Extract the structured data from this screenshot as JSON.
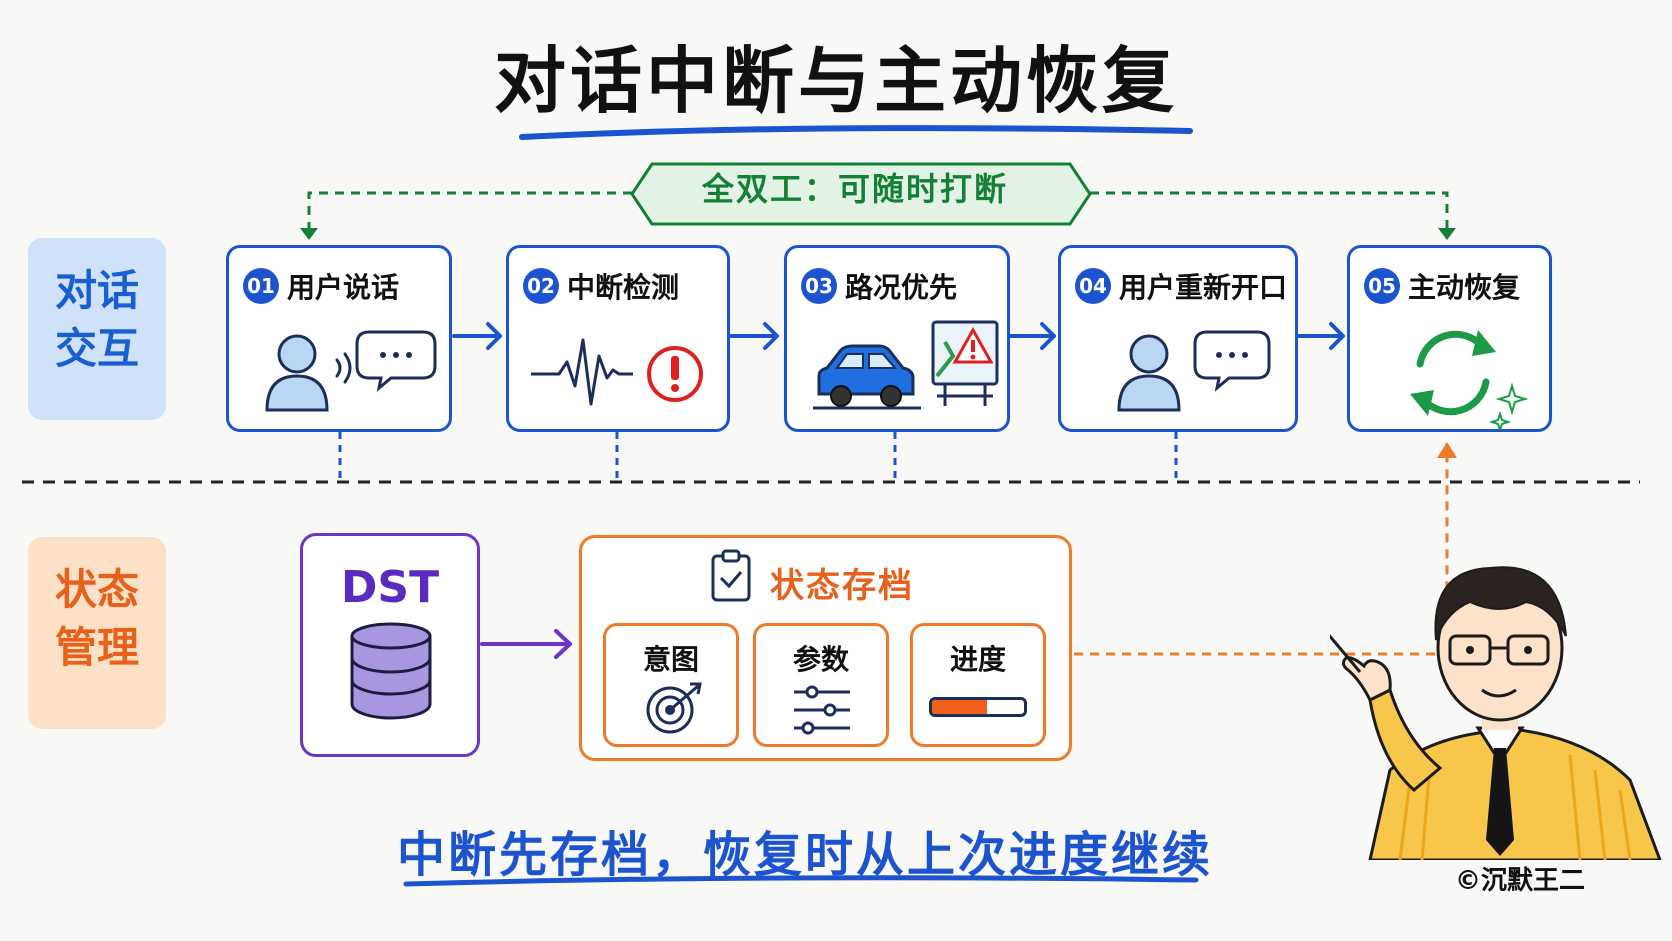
{
  "title": "对话中断与主动恢复",
  "duplex_banner": "全双工：可随时打断",
  "side_labels": {
    "dialog": [
      "对话",
      "交互"
    ],
    "state": [
      "状态",
      "管理"
    ]
  },
  "steps": [
    {
      "num": "01",
      "title": "用户说话",
      "icons": [
        "user-icon",
        "sound-waves-icon",
        "speech-bubble-icon"
      ]
    },
    {
      "num": "02",
      "title": "中断检测",
      "icons": [
        "waveform-icon",
        "alert-icon"
      ]
    },
    {
      "num": "03",
      "title": "路况优先",
      "icons": [
        "car-icon",
        "warning-map-sign-icon"
      ]
    },
    {
      "num": "04",
      "title": "用户重新开口",
      "icons": [
        "user-icon",
        "speech-bubble-icon"
      ]
    },
    {
      "num": "05",
      "title": "主动恢复",
      "icons": [
        "refresh-cycle-icon",
        "sparkle-icon"
      ]
    }
  ],
  "dst": {
    "label": "DST",
    "icon": "database-icon"
  },
  "archive": {
    "title": "状态存档",
    "icon": "clipboard-check-icon",
    "items": [
      {
        "label": "意图",
        "icon": "target-icon"
      },
      {
        "label": "参数",
        "icon": "sliders-icon"
      },
      {
        "label": "进度",
        "icon": "progress-bar-icon",
        "progress": 0.6
      }
    ]
  },
  "summary": "中断先存档，恢复时从上次进度继续",
  "watermark": "©沉默王二",
  "colors": {
    "blue": "#1c54d0",
    "green": "#148036",
    "purple": "#6a35c8",
    "orange": "#ef7a28",
    "red": "#e02020"
  }
}
